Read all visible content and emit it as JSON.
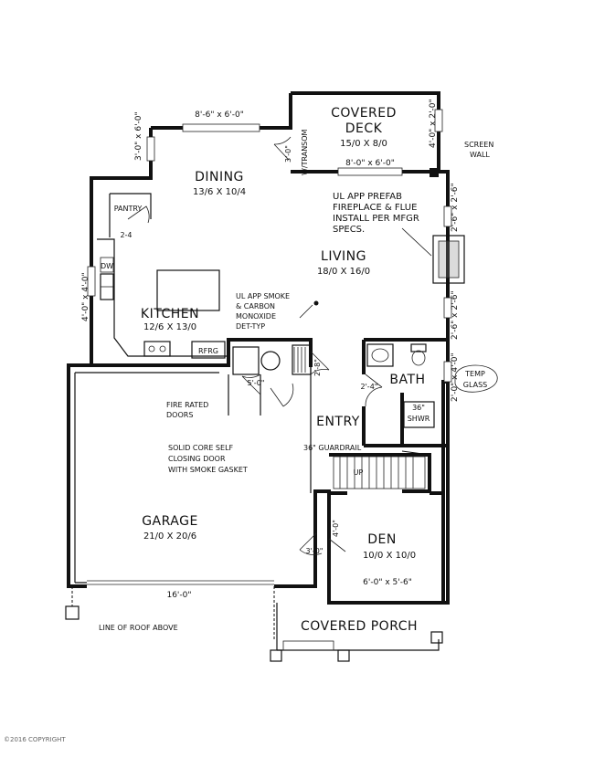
{
  "rooms": {
    "covered_deck": {
      "name_line1": "COVERED",
      "name_line2": "DECK",
      "size": "15/0 X 8/0"
    },
    "dining": {
      "name": "DINING",
      "size": "13/6 X 10/4"
    },
    "living": {
      "name": "LIVING",
      "size": "18/0 X 16/0"
    },
    "kitchen": {
      "name": "KITCHEN",
      "size": "12/6 X 13/0"
    },
    "garage": {
      "name": "GARAGE",
      "size": "21/0 X 20/6"
    },
    "entry": {
      "name": "ENTRY"
    },
    "bath": {
      "name": "BATH"
    },
    "den": {
      "name": "DEN",
      "size": "10/0 X 10/0"
    },
    "covered_porch": {
      "name": "COVERED PORCH"
    },
    "pantry": {
      "name": "PANTRY"
    }
  },
  "labels": {
    "screen_wall_1": "SCREEN",
    "screen_wall_2": "WALL",
    "fireplace_1": "UL APP PREFAB",
    "fireplace_2": "FIREPLACE & FLUE",
    "fireplace_3": "INSTALL PER MFGR",
    "fireplace_4": "SPECS.",
    "smoke_1": "UL APP SMOKE",
    "smoke_2": "& CARBON",
    "smoke_3": "MONOXIDE",
    "smoke_4": "DET-TYP",
    "fire_doors_1": "FIRE RATED",
    "fire_doors_2": "DOORS",
    "solid_core_1": "SOLID CORE SELF",
    "solid_core_2": "CLOSING DOOR",
    "solid_core_3": "WITH SMOKE GASKET",
    "guardrail": "36\" GUARDRAIL",
    "temp_glass_1": "TEMP",
    "temp_glass_2": "GLASS",
    "shower_1": "36\"",
    "shower_2": "SHWR",
    "roof_line": "LINE OF ROOF ABOVE",
    "transom": "W/TRANSOM",
    "dw": "DW",
    "rfrg": "RFRG",
    "up": "UP",
    "copyright": "©2016 COPYRIGHT"
  },
  "dims": {
    "dining_window": "8'-6\" x 6'-0\"",
    "deck_door": "8'-0\" x 6'-0\"",
    "dining_side_window": "3'-0\" x 6'-0\"",
    "deck_side_window": "4'-0\" x 2'-0\"",
    "pantry_door": "2-4",
    "transom_door": "3'-0\"",
    "living_window_1": "2'-6\" x 2'-6\"",
    "living_window_2": "2'-6\" x 2'-6\"",
    "bath_window": "2'-0\" x 4'-0\"",
    "kitchen_window": "4'-0\" x 4'-0\"",
    "closet_door": "5'-0\"",
    "bath_door": "2'-4\"",
    "closet_door_2": "2'-8\"",
    "garage_door": "16'-0\"",
    "den_door": "4'-0\"",
    "entry_door": "3'-0\"",
    "den_window": "6'-0\" x 5'-6\""
  }
}
